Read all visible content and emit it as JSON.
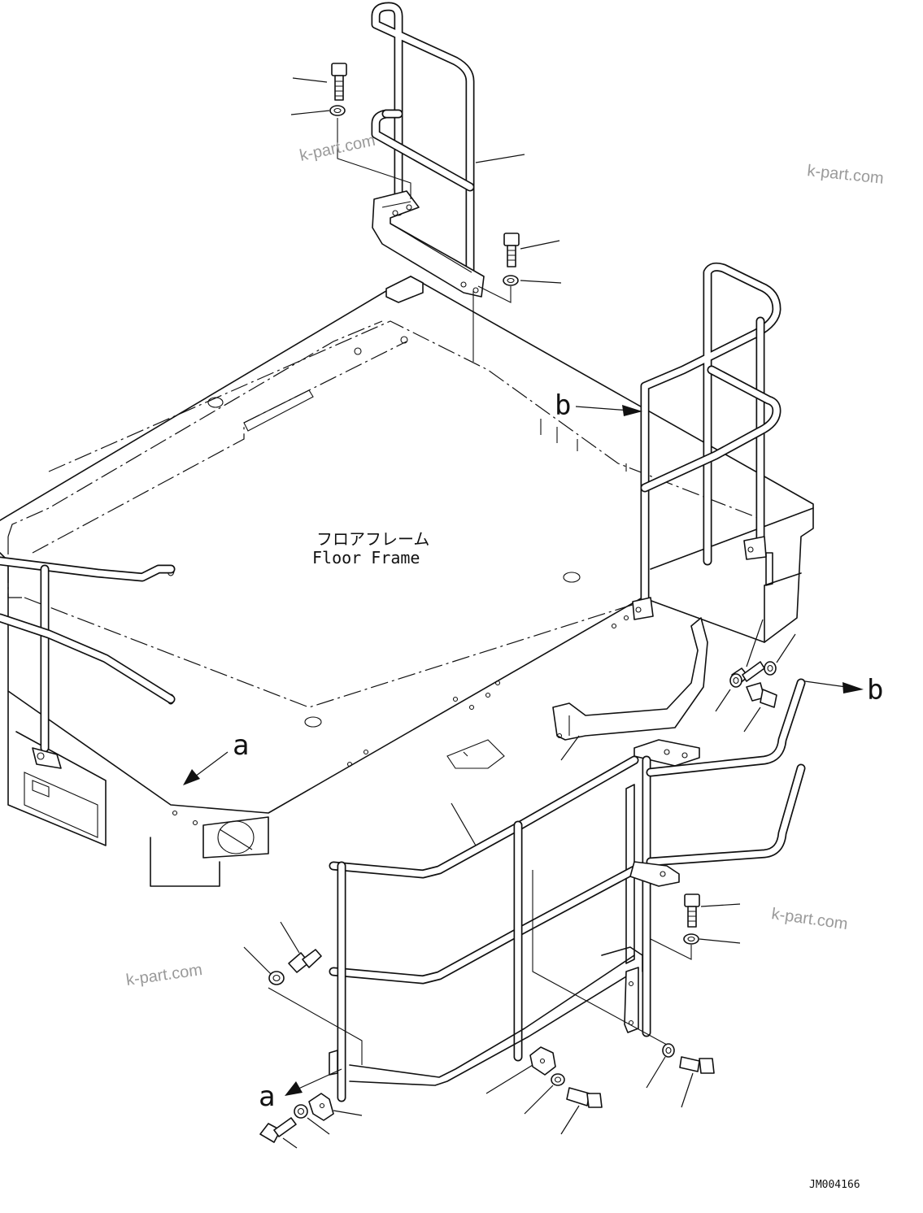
{
  "diagram": {
    "floor_label_jp": "フロアフレーム",
    "floor_label_en": "Floor Frame",
    "ref_a": "a",
    "ref_b": "b",
    "drawing_code": "JM004166",
    "watermark": "k-part.com"
  }
}
